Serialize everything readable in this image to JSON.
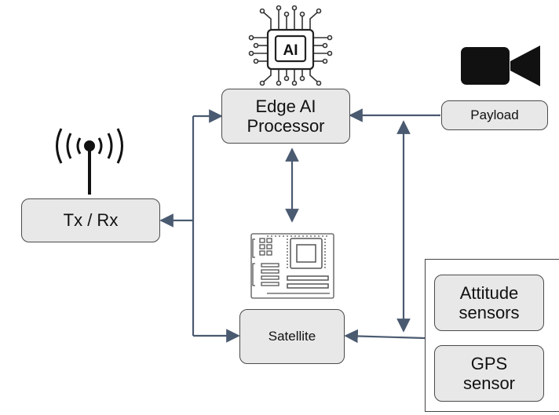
{
  "nodes": {
    "edge_ai": "Edge AI\nProcessor",
    "payload": "Payload",
    "txrx": "Tx / Rx",
    "satellite": "Satellite",
    "attitude": "Attitude\nsensors",
    "gps": "GPS\nsensor"
  },
  "icons": {
    "ai_chip": "AI",
    "ai_chip_icon": "ai-chip-icon",
    "camera_icon": "video-camera-icon",
    "antenna_icon": "antenna-icon",
    "motherboard_icon": "motherboard-icon"
  },
  "colors": {
    "box_fill": "#e8e8e8",
    "box_border": "#4a4a4a",
    "arrow": "#4a5a70"
  }
}
